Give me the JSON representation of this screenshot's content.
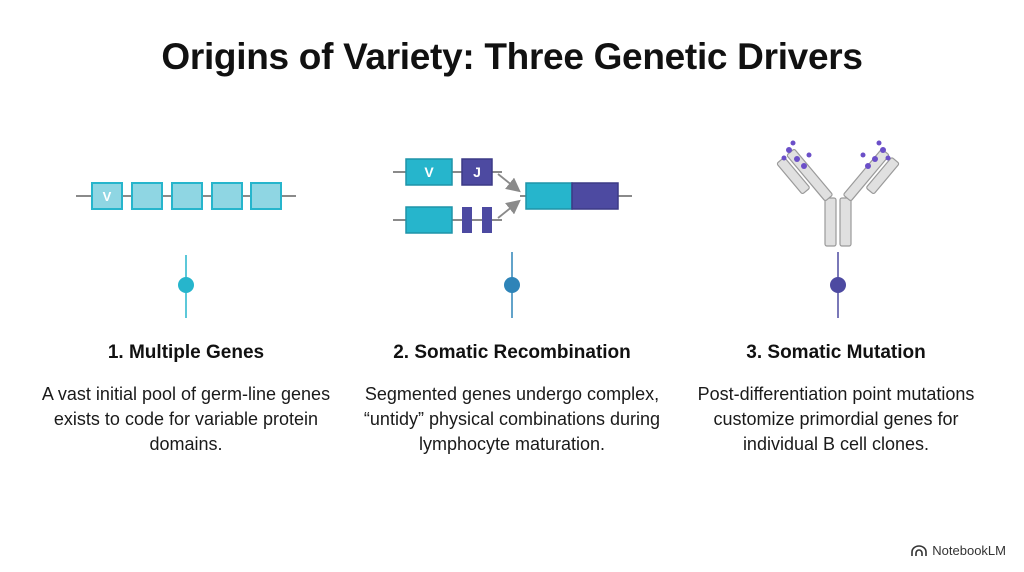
{
  "title": "Origins of Variety: Three Genetic Drivers",
  "stages": [
    {
      "heading": "1. Multiple Genes",
      "description": "A vast initial pool of germ-line genes exists to code for variable protein domains.",
      "icon": "gene-segments-icon"
    },
    {
      "heading": "2. Somatic Recombination",
      "description": "Segmented genes undergo complex, “untidy” physical combinations during lymphocyte maturation.",
      "icon": "recombination-icon"
    },
    {
      "heading": "3. Somatic Mutation",
      "description": "Post-differentiation point mutations customize primordial genes for individual B cell clones.",
      "icon": "antibody-icon"
    }
  ],
  "gene_labels": {
    "v": "V",
    "j": "J"
  },
  "colors": {
    "light_teal": "#8fd6e3",
    "teal": "#26b5cc",
    "purple": "#4d4aa1",
    "timeline_mid": "#2e84b8",
    "antibody_gray": "#e0e0e0",
    "mutation_purple": "#6b4fc8"
  },
  "brand": "NotebookLM"
}
